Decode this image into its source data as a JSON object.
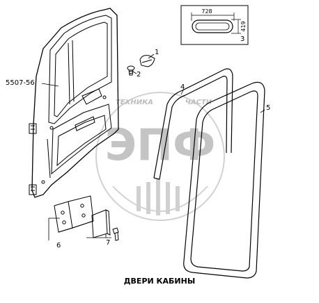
{
  "caption": "ДВЕРИ КАБИНЫ",
  "callouts": {
    "assembly": "5507-56",
    "p1": "1",
    "p2": "2",
    "p3": "3",
    "p4": "4",
    "p5": "5",
    "p6": "6",
    "p7": "7"
  },
  "inset": {
    "width_dim": "728",
    "height_dim": "419"
  },
  "watermark": {
    "letters": "ЭПФ",
    "left_word": "ТЕХНИКА",
    "right_word": "ЧАСТИ"
  },
  "colors": {
    "line": "#000000",
    "watermark": "#c4c4c4"
  }
}
